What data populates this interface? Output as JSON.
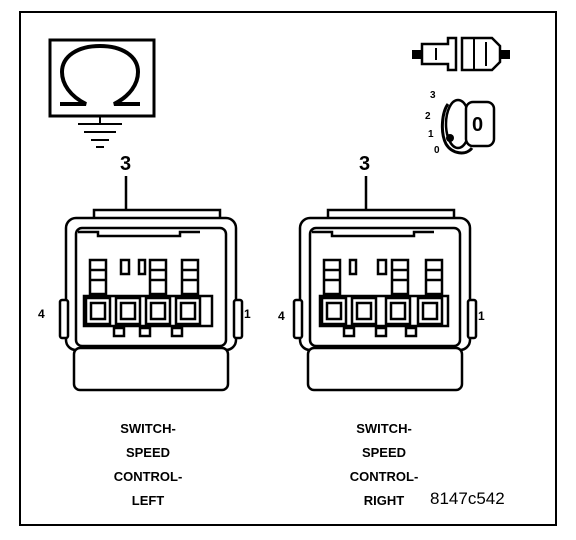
{
  "diagram": {
    "figure_id": "8147c542",
    "ignition_key": {
      "positions": [
        "3",
        "2",
        "1",
        "0"
      ],
      "key_label": "0"
    },
    "connectors": [
      {
        "callout": "3",
        "pin_left": "4",
        "pin_right": "1",
        "caption": [
          "SWITCH-",
          "SPEED",
          "CONTROL-",
          "LEFT"
        ]
      },
      {
        "callout": "3",
        "pin_left": "4",
        "pin_right": "1",
        "caption": [
          "SWITCH-",
          "SPEED",
          "CONTROL-",
          "RIGHT"
        ]
      }
    ]
  }
}
